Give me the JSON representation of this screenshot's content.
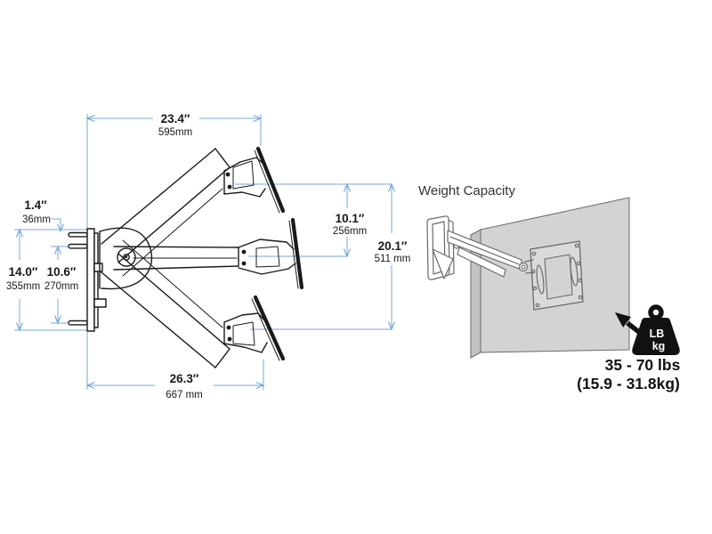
{
  "colors": {
    "dimension_blue": "#74a7d8",
    "line_black": "#1a1a1a",
    "iso_gray": "#6a6a6a",
    "panel_gray": "#d3d3d3",
    "panel_edge_gray": "#c2c2c2",
    "vesa_gray": "#dadada",
    "text_dark": "#333333",
    "icon_black": "#111111"
  },
  "side_view": {
    "dimensions": {
      "arm_extension_up": {
        "inches": "23.4″",
        "metric": "595mm"
      },
      "mount_hole_offset": {
        "inches": "1.4″",
        "metric": "36mm"
      },
      "plate_height": {
        "inches": "14.0″",
        "metric": "355mm"
      },
      "mount_hole_spacing": {
        "inches": "10.6″",
        "metric": "270mm"
      },
      "rise_above_pivot": {
        "inches": "10.1″",
        "metric": "256mm"
      },
      "vertical_range": {
        "inches": "20.1″",
        "metric": "511 mm"
      },
      "arm_extension_down": {
        "inches": "26.3″",
        "metric": "667 mm"
      }
    }
  },
  "weight_capacity": {
    "title": "Weight Capacity",
    "pounds": "35 - 70 lbs",
    "kilograms": "(15.9 - 31.8kg)",
    "icon_label_top": "LB",
    "icon_label_bottom": "kg"
  }
}
